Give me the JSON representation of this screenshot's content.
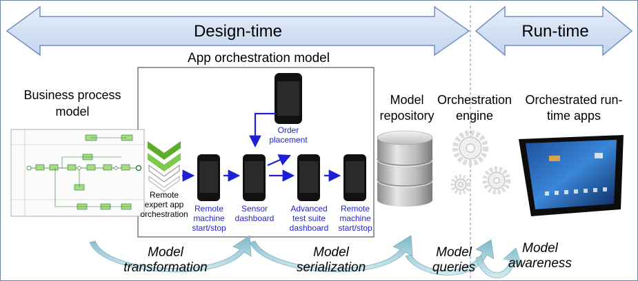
{
  "phases": {
    "design_time": "Design-time",
    "run_time": "Run-time"
  },
  "orchestration_box_title": "App orchestration model",
  "business_process": {
    "line1": "Business process",
    "line2": "model"
  },
  "remote_expert": {
    "line1": "Remote",
    "line2": "expert app",
    "line3": "orchestration"
  },
  "phones": [
    {
      "line1": "Remote",
      "line2": "machine",
      "line3": "start/stop"
    },
    {
      "line1": "Sensor",
      "line2": "dashboard",
      "line3": ""
    },
    {
      "line1": "Advanced",
      "line2": "test suite",
      "line3": "dashboard"
    },
    {
      "line1": "Remote",
      "line2": "machine",
      "line3": "start/stop"
    }
  ],
  "order_placement": {
    "line1": "Order",
    "line2": "placement"
  },
  "model_repository": {
    "line1": "Model",
    "line2": "repository"
  },
  "orchestration_engine": {
    "line1": "Orchestration",
    "line2": "engine"
  },
  "orchestrated_apps": {
    "line1": "Orchestrated run-",
    "line2": "time apps"
  },
  "flow_labels": [
    {
      "line1": "Model",
      "line2": "transformation"
    },
    {
      "line1": "Model",
      "line2": "serialization"
    },
    {
      "line1": "Model",
      "line2": "queries"
    },
    {
      "line1": "Model",
      "line2": "awareness"
    }
  ],
  "colors": {
    "phase_arrow_fill": "#d4e1f4",
    "phase_arrow_stroke": "#6f8fc2",
    "flow_arrow": "#1f1fd6",
    "curve_arrow": "#8fc3cf",
    "chevron_green": "#5cae2a"
  }
}
